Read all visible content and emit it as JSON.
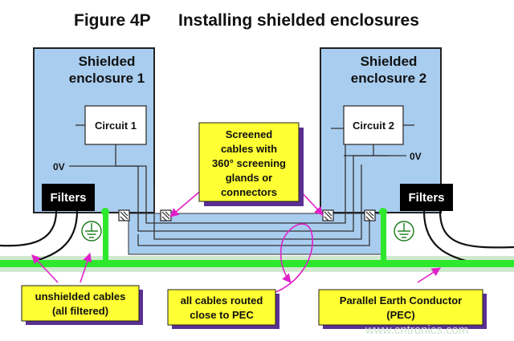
{
  "figure": {
    "number": "Figure 4P",
    "title": "Installing shielded enclosures"
  },
  "enclosure_left": {
    "title_line1": "Shielded",
    "title_line2": "enclosure 1",
    "circuit": "Circuit 1",
    "zero_volt": "0V",
    "filters": "Filters"
  },
  "enclosure_right": {
    "title_line1": "Shielded",
    "title_line2": "enclosure 2",
    "circuit": "Circuit 2",
    "zero_volt": "0V",
    "filters": "Filters"
  },
  "callouts": {
    "screened": [
      "Screened",
      "cables with",
      "360° screening",
      "glands or",
      "connectors"
    ],
    "unshielded": [
      "unshielded cables",
      "(all filtered)"
    ],
    "routed": [
      "all cables routed",
      "close to PEC"
    ],
    "pec": [
      "Parallel Earth Conductor",
      "(PEC)"
    ]
  },
  "watermark": "www.cntronics.com",
  "colors": {
    "enclosure_fill": "#a9cdef",
    "callout_fill": "#ffff33",
    "callout_shadow": "#5a2f93",
    "pec_green": "#2ee82e",
    "arrow_magenta": "#e020c8",
    "filter_fill": "#000000"
  }
}
